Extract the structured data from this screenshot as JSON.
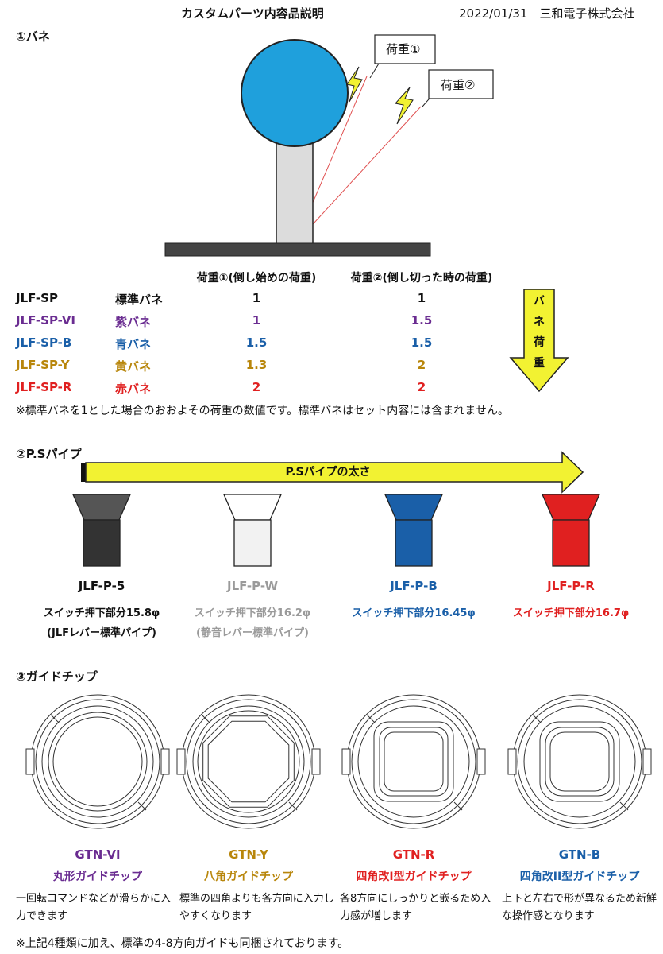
{
  "header": {
    "title": "カスタムパーツ内容品説明",
    "date_company": "2022/01/31　三和電子株式会社"
  },
  "section1": {
    "title": "①バネ",
    "callout1": "荷重①",
    "callout2": "荷重②",
    "col1": "荷重①(倒し始めの荷重)",
    "col2": "荷重②(倒し切った時の荷重)",
    "rows": [
      {
        "code": "JLF-SP",
        "name": "標準バネ",
        "load1": "1",
        "load2": "1",
        "color": "#111111"
      },
      {
        "code": "JLF-SP-VI",
        "name": "紫バネ",
        "load1": "1",
        "load2": "1.5",
        "color": "#6a2c91"
      },
      {
        "code": "JLF-SP-B",
        "name": "青バネ",
        "load1": "1.5",
        "load2": "1.5",
        "color": "#1a5fa8"
      },
      {
        "code": "JLF-SP-Y",
        "name": "黄バネ",
        "load1": "1.3",
        "load2": "2",
        "color": "#b8860b"
      },
      {
        "code": "JLF-SP-R",
        "name": "赤バネ",
        "load1": "2",
        "load2": "2",
        "color": "#e02020"
      }
    ],
    "arrow_label_chars": [
      "バ",
      "ネ",
      "荷",
      "重"
    ],
    "note": "※標準バネを1とした場合のおおよその荷重の数値です。標準バネはセット内容には含まれません。"
  },
  "section2": {
    "title": "②P.Sパイプ",
    "arrow_label": "P.Sパイプの太さ",
    "pipes": [
      {
        "name": "JLF-P-5",
        "desc1": "スイッチ押下部分15.8φ",
        "desc2": "(JLFレバー標準パイプ)",
        "color": "#111111",
        "top": "#555555",
        "body": "#333333"
      },
      {
        "name": "JLF-P-W",
        "desc1": "スイッチ押下部分16.2φ",
        "desc2": "(静音レバー標準パイプ)",
        "color": "#9a9a9a",
        "top": "#ffffff",
        "body": "#f2f2f2"
      },
      {
        "name": "JLF-P-B",
        "desc1": "スイッチ押下部分16.45φ",
        "desc2": "",
        "color": "#1a5fa8",
        "top": "#1a5fa8",
        "body": "#1a5fa8"
      },
      {
        "name": "JLF-P-R",
        "desc1": "スイッチ押下部分16.7φ",
        "desc2": "",
        "color": "#e02020",
        "top": "#e02020",
        "body": "#e02020"
      }
    ]
  },
  "section3": {
    "title": "③ガイドチップ",
    "chips": [
      {
        "name": "GTN-VI",
        "type": "丸形ガイドチップ",
        "desc": "一回転コマンドなどが滑らかに入力できます",
        "color": "#6a2c91"
      },
      {
        "name": "GTN-Y",
        "type": "八角ガイドチップ",
        "desc": "標準の四角よりも各方向に入力しやすくなります",
        "color": "#b8860b"
      },
      {
        "name": "GTN-R",
        "type": "四角改I型ガイドチップ",
        "desc": "各8方向にしっかりと嵌るため入力感が増します",
        "color": "#e02020"
      },
      {
        "name": "GTN-B",
        "type": "四角改II型ガイドチップ",
        "desc": "上下と左右で形が異なるため新鮮な操作感となります",
        "color": "#1a5fa8"
      }
    ],
    "note": "※上記4種類に加え、標準の4-8方向ガイドも同梱されております。"
  },
  "colors": {
    "ball": "#1fa0dc",
    "shaft": "#dcdcdc",
    "base": "#444444",
    "arrow_yellow": "#f2f232",
    "guide_line": "#e05050"
  }
}
